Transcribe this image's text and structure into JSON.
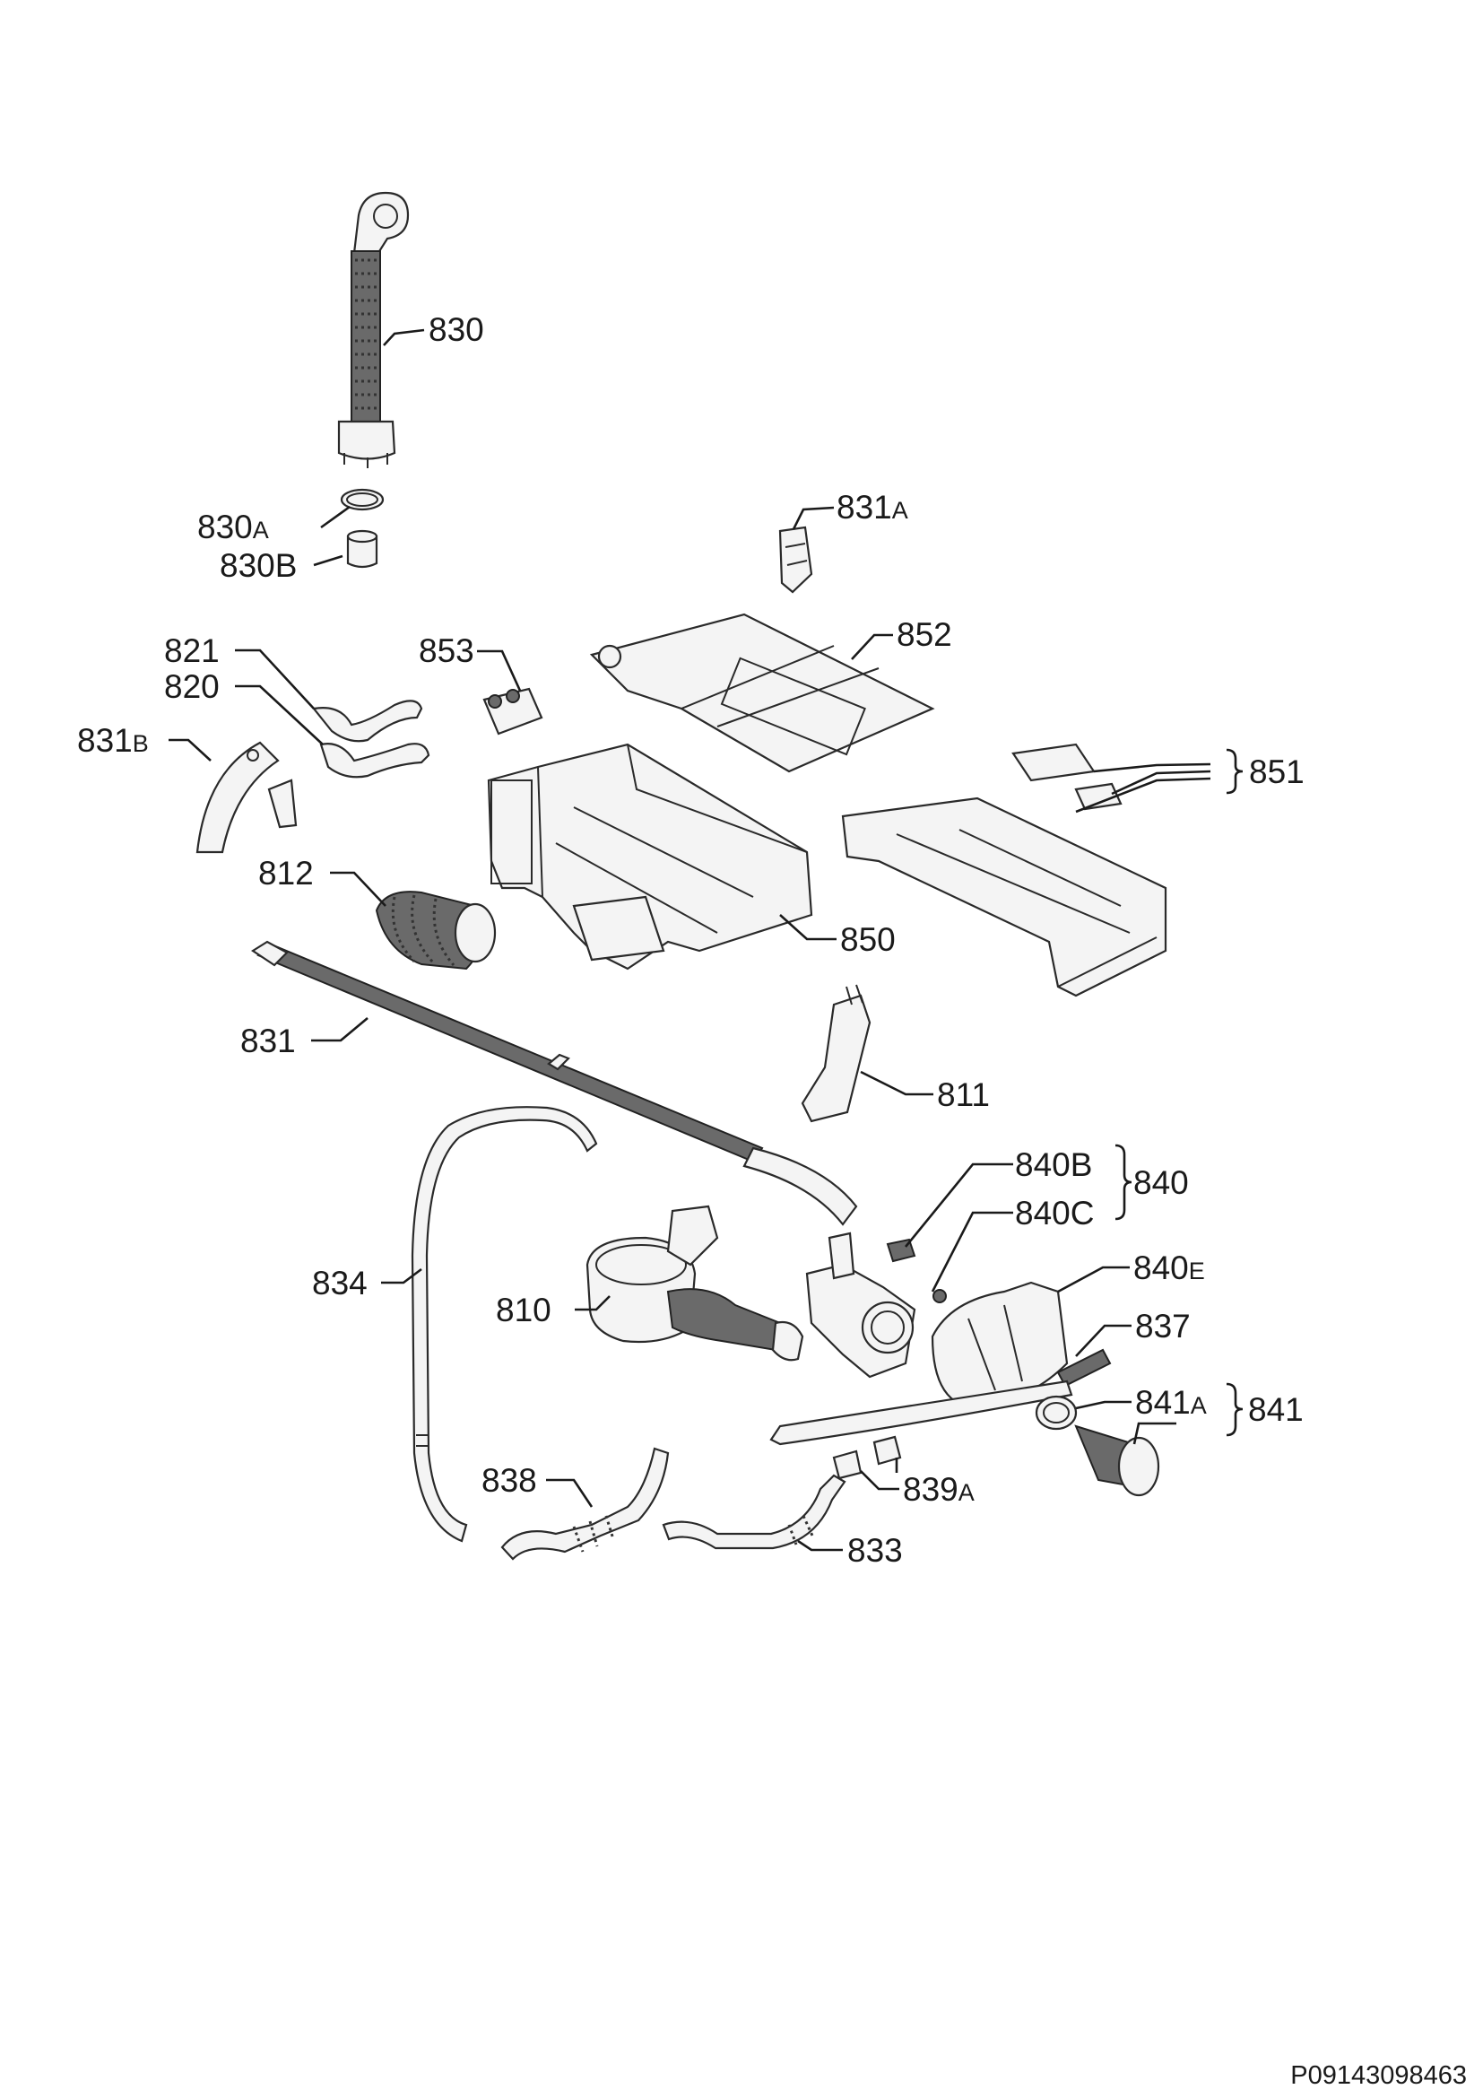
{
  "labels": {
    "l830": {
      "main": "830"
    },
    "l830a": {
      "main": "830",
      "suffix": "A"
    },
    "l830b": {
      "main": "830B"
    },
    "l831a": {
      "main": "831",
      "suffix": "A"
    },
    "l852": {
      "main": "852"
    },
    "l853": {
      "main": "853"
    },
    "l821": {
      "main": "821"
    },
    "l820": {
      "main": "820"
    },
    "l831b": {
      "main": "831",
      "suffix": "B"
    },
    "l851": {
      "main": "851"
    },
    "l812": {
      "main": "812"
    },
    "l850": {
      "main": "850"
    },
    "l831": {
      "main": "831"
    },
    "l811": {
      "main": "811"
    },
    "l840b": {
      "main": "840B"
    },
    "l840": {
      "main": "840"
    },
    "l840c": {
      "main": "840C"
    },
    "l834": {
      "main": "834"
    },
    "l840e": {
      "main": "840",
      "suffix": "E"
    },
    "l810": {
      "main": "810"
    },
    "l837": {
      "main": "837"
    },
    "l841a": {
      "main": "841",
      "suffix": "A"
    },
    "l841": {
      "main": "841"
    },
    "l838": {
      "main": "838"
    },
    "l839a": {
      "main": "839",
      "suffix": "A"
    },
    "l833": {
      "main": "833"
    }
  },
  "document_code": "P09143098463"
}
